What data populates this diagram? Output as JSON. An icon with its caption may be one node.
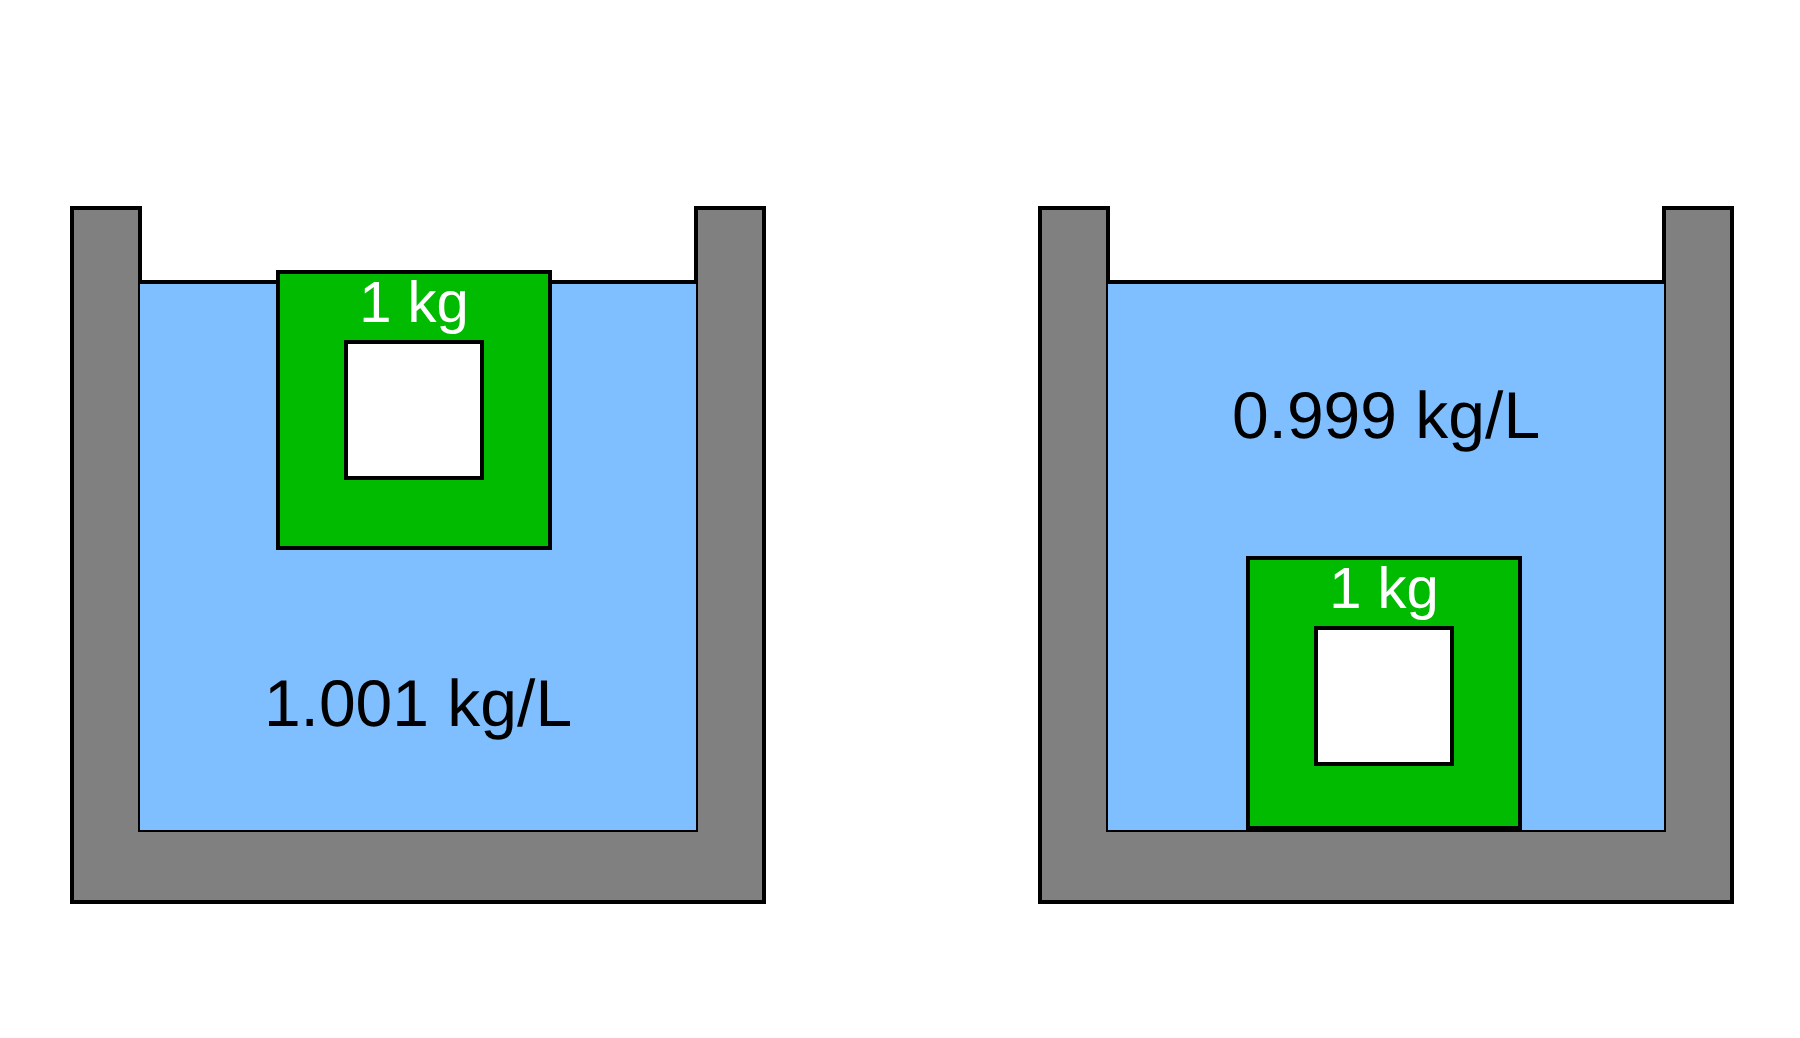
{
  "diagram": {
    "nodes": [
      {
        "text": [
          "1.001 kg/L"
        ]
      },
      {
        "text": [
          "1 kg"
        ],
        "in": 0
      },
      {
        "text": [
          "0.999 kg/L"
        ]
      },
      {
        "text": [
          "1 kg"
        ],
        "in": 2
      }
    ]
  }
}
